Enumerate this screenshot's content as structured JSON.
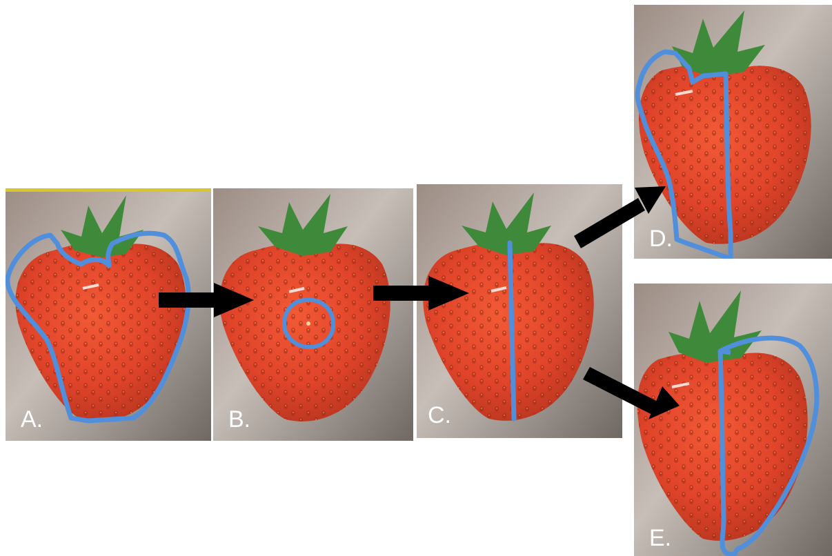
{
  "panels": [
    {
      "id": "a",
      "label": "A.",
      "annotation": "whole-fruit-outline"
    },
    {
      "id": "b",
      "label": "B.",
      "annotation": "single-point-circle"
    },
    {
      "id": "c",
      "label": "C.",
      "annotation": "vertical-cut-line"
    },
    {
      "id": "d",
      "label": "D.",
      "annotation": "left-half-outline"
    },
    {
      "id": "e",
      "label": "E.",
      "annotation": "right-half-outline"
    }
  ],
  "colors": {
    "annotation_stroke": "#4f8fdc",
    "arrow": "#000000",
    "background": "#ffffff",
    "label_text": "#ffffff"
  },
  "arrows": [
    {
      "from": "a",
      "to": "b"
    },
    {
      "from": "b",
      "to": "c"
    },
    {
      "from": "c",
      "to": "d"
    },
    {
      "from": "c",
      "to": "e"
    }
  ]
}
